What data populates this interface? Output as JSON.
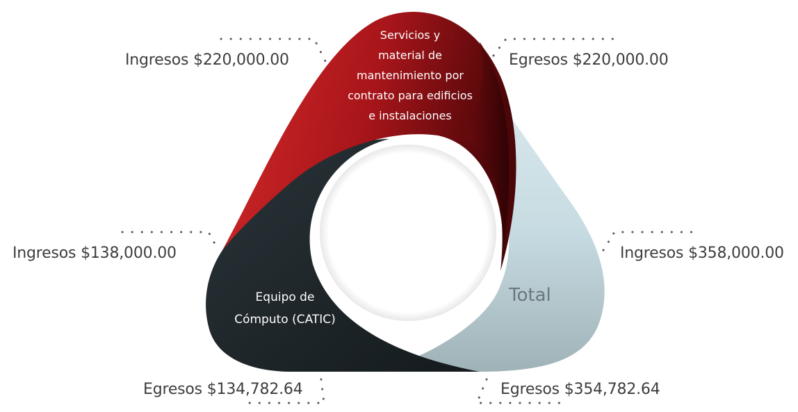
{
  "segments": {
    "red": {
      "lines": [
        "Servicios y",
        "material de",
        "mantenimiento por",
        "contrato para edificios",
        "e instalaciones"
      ],
      "color": "#b01a1e"
    },
    "dark": {
      "lines": [
        "Equipo de",
        "Cómputo (CATIC)"
      ],
      "color": "#1e262b"
    },
    "light": {
      "label": "Total",
      "color": "#c9dee4"
    }
  },
  "callouts": {
    "red_ingresos": "Ingresos $220,000.00",
    "red_egresos": "Egresos $220,000.00",
    "dark_ingresos": "Ingresos $138,000.00",
    "dark_egresos": "Egresos $134,782.64",
    "total_ingresos": "Ingresos $358,000.00",
    "total_egresos": "Egresos $354,782.64"
  }
}
